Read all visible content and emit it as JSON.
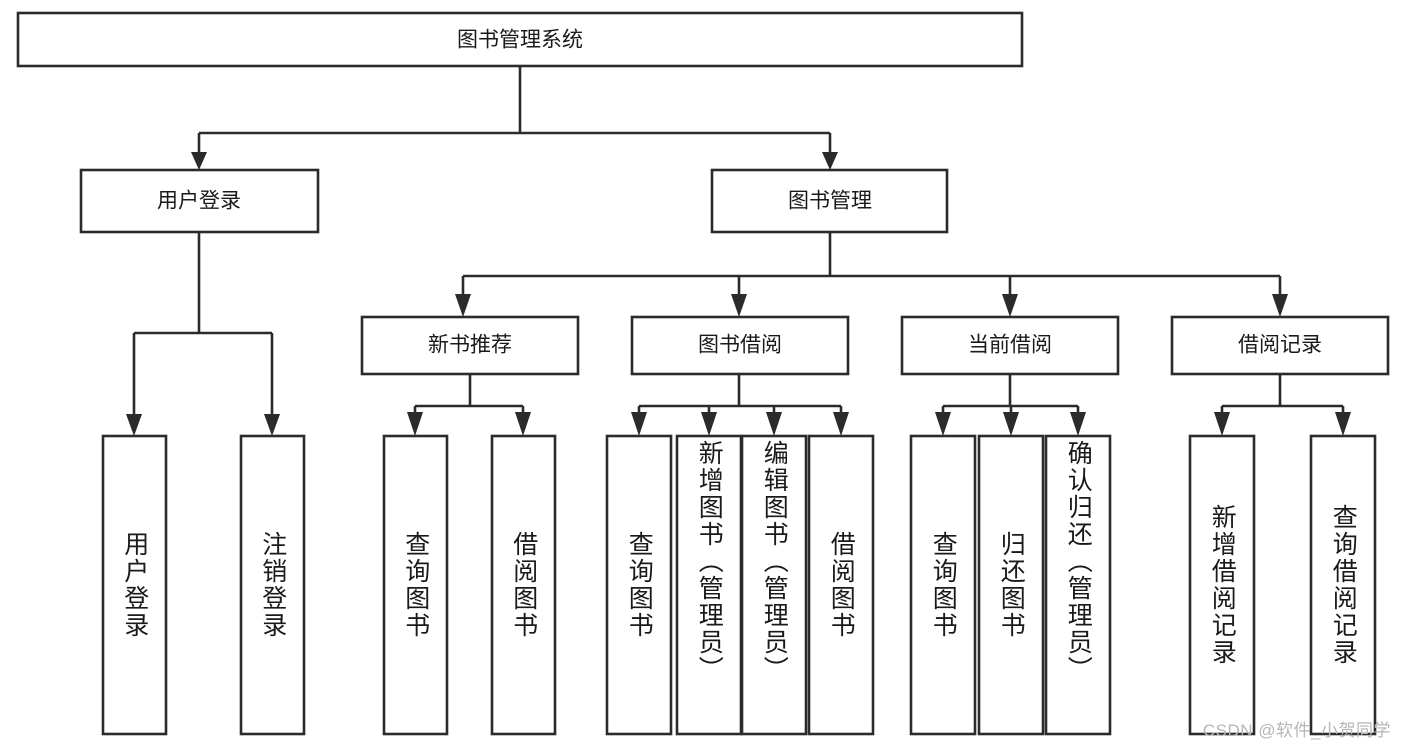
{
  "diagram": {
    "type": "tree-hierarchy-chart",
    "title": "图书管理系统",
    "watermark": "CSDN @软件_小贺同学",
    "colors": {
      "stroke": "#2b2b2b",
      "fill": "#ffffff",
      "text": "#1a1a1a",
      "watermark": "#b6b6b6"
    },
    "levels": {
      "root": {
        "label": "图书管理系统"
      },
      "level2": [
        {
          "label": "用户登录"
        },
        {
          "label": "图书管理"
        }
      ],
      "level3": [
        {
          "label": "新书推荐"
        },
        {
          "label": "图书借阅"
        },
        {
          "label": "当前借阅"
        },
        {
          "label": "借阅记录"
        }
      ],
      "leaves": [
        {
          "label": "用户登录",
          "parent": "用户登录"
        },
        {
          "label": "注销登录",
          "parent": "用户登录"
        },
        {
          "label": "查询图书",
          "parent": "新书推荐"
        },
        {
          "label": "借阅图书",
          "parent": "新书推荐"
        },
        {
          "label": "查询图书",
          "parent": "图书借阅"
        },
        {
          "label": "新增图书（管理员）",
          "parent": "图书借阅"
        },
        {
          "label": "编辑图书（管理员）",
          "parent": "图书借阅"
        },
        {
          "label": "借阅图书",
          "parent": "图书借阅"
        },
        {
          "label": "查询图书",
          "parent": "当前借阅"
        },
        {
          "label": "归还图书",
          "parent": "当前借阅"
        },
        {
          "label": "确认归还（管理员）",
          "parent": "当前借阅"
        },
        {
          "label": "新增借阅记录",
          "parent": "借阅记录"
        },
        {
          "label": "查询借阅记录",
          "parent": "借阅记录"
        }
      ]
    }
  }
}
